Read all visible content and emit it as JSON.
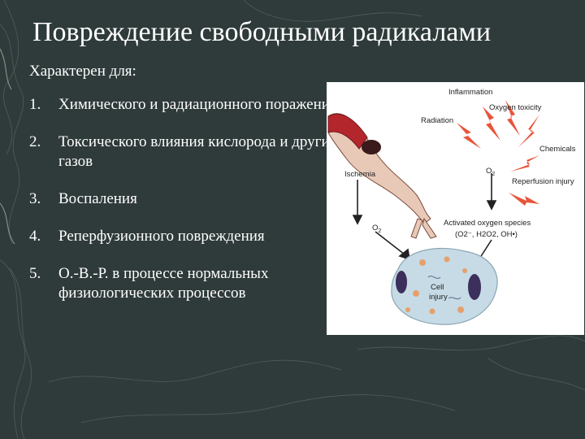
{
  "slide": {
    "title": "Повреждение свободными радикалами",
    "subtitle": "Характерен для:",
    "items": [
      {
        "num": "1.",
        "text": "Химического и радиационного поражения"
      },
      {
        "num": "2.",
        "text": "Токсического влияния кислорода и других газов"
      },
      {
        "num": "3.",
        "text": "Воспаления"
      },
      {
        "num": "4.",
        "text": "Реперфузионного повреждения"
      },
      {
        "num": "5.",
        "text": "О.-В.-Р. в процессе нормальных физиологических процессов"
      }
    ]
  },
  "figure": {
    "labels": {
      "inflammation": "Inflammation",
      "oxygen_toxicity": "Oxygen toxicity",
      "radiation": "Radiation",
      "chemicals": "Chemicals",
      "o2_top": "O",
      "o2_top_sub": "2",
      "reperfusion": "Reperfusion injury",
      "ischemia": "Ischemia",
      "o2_left": "O",
      "o2_left_sub": "2",
      "activated_species": "Activated oxygen species",
      "species_formula": "(O2⁻, H2O2, OH•)",
      "cell_injury_1": "Cell",
      "cell_injury_2": "injury"
    }
  },
  "colors": {
    "background": "#2f3b3a",
    "lightning": "#e8553a",
    "vessel": "#b3262c",
    "cell_fill": "#c6dbe6",
    "nucleus": "#3c2f5c"
  }
}
